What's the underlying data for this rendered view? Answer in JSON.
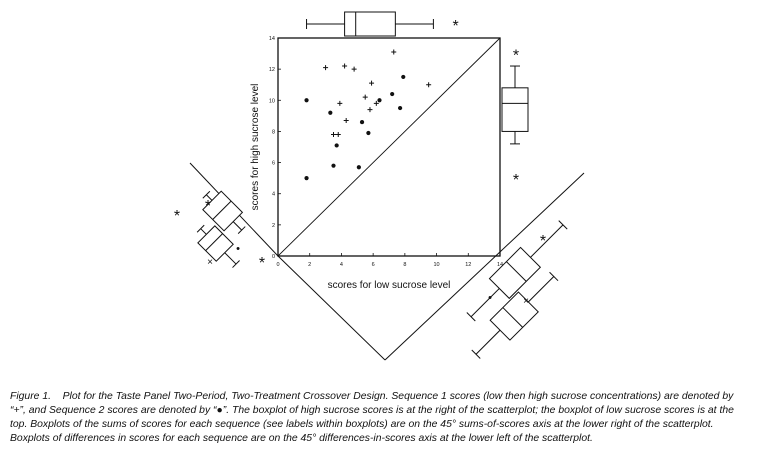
{
  "chart_data": {
    "type": "scatter",
    "xlabel": "scores for low sucrose level",
    "ylabel": "scores for high sucrose level",
    "xlim": [
      0,
      14
    ],
    "ylim": [
      0,
      14
    ],
    "x_ticks": [
      "0",
      "2",
      "4",
      "6",
      "8",
      "10",
      "12",
      "14"
    ],
    "y_ticks": [
      "0",
      "2",
      "4",
      "6",
      "8",
      "10",
      "12",
      "14"
    ],
    "reference_line": "y = x",
    "series": [
      {
        "marker": "+",
        "points": [
          [
            3.0,
            12.1
          ],
          [
            4.2,
            12.2
          ],
          [
            4.8,
            12.0
          ],
          [
            7.3,
            13.1
          ],
          [
            9.5,
            11.0
          ],
          [
            5.9,
            11.1
          ],
          [
            3.9,
            9.8
          ],
          [
            5.5,
            10.2
          ],
          [
            6.2,
            9.8
          ],
          [
            4.3,
            8.7
          ],
          [
            5.8,
            9.4
          ],
          [
            3.5,
            7.8
          ],
          [
            3.8,
            7.8
          ]
        ]
      },
      {
        "marker": "dot",
        "points": [
          [
            1.8,
            10.0
          ],
          [
            3.3,
            9.2
          ],
          [
            6.4,
            10.0
          ],
          [
            7.2,
            10.4
          ],
          [
            7.9,
            11.5
          ],
          [
            5.3,
            8.6
          ],
          [
            5.7,
            7.9
          ],
          [
            7.7,
            9.5
          ],
          [
            3.7,
            7.1
          ],
          [
            3.5,
            5.8
          ],
          [
            5.1,
            5.7
          ],
          [
            1.8,
            5.0
          ]
        ]
      }
    ],
    "boxplots": {
      "low_sucrose_top": {
        "min": 1.8,
        "q1": 4.2,
        "median": 4.9,
        "q3": 7.4,
        "max": 9.8,
        "outliers": [
          11.2
        ]
      },
      "high_sucrose_right": {
        "min": 7.2,
        "q1": 8.0,
        "median": 9.8,
        "q3": 10.8,
        "max": 12.2,
        "outliers": [
          13.0,
          5.0
        ]
      }
    }
  },
  "symbols": {
    "star": "*",
    "plus": "+",
    "dot": "•",
    "cross": "×"
  },
  "caption": {
    "lead": "Figure 1.",
    "text": "Plot for the Taste Panel Two-Period, Two-Treatment Crossover Design. Sequence 1 scores (low then high sucrose concentrations) are denoted by “+”, and Sequence 2 scores are denoted by “●”. The boxplot of high sucrose scores is at the right of the scatterplot; the boxplot of low sucrose scores is at the top. Boxplots of the sums of scores for each sequence (see labels within boxplots) are on the 45° sums-of-scores axis at the lower right of the scatterplot. Boxplots of differences in scores for each sequence are on the 45° differences-in-scores axis at the lower left of the scatterplot."
  }
}
